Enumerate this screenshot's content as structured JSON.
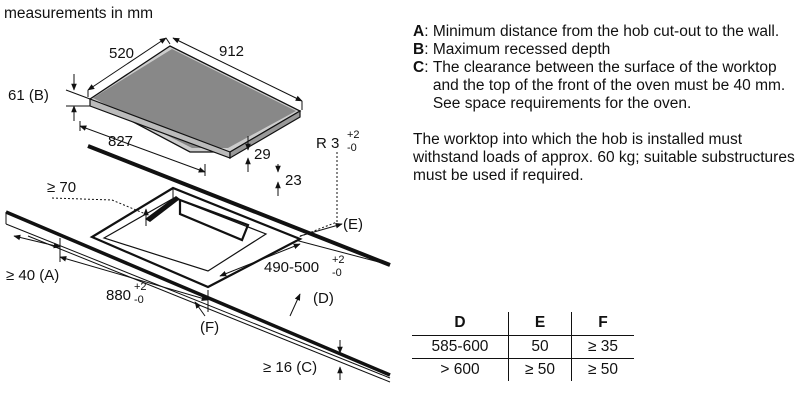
{
  "caption": "measurements in mm",
  "legend": [
    {
      "key": "A",
      "sep": ":",
      "text": "Minimum distance from the hob cut-out to the wall."
    },
    {
      "key": "B",
      "sep": ":",
      "text": "Maximum recessed depth"
    },
    {
      "key": "C",
      "sep": ":",
      "text": "The clearance between the surface of the worktop and the top of the front of the oven must be 40 mm. See space requirements for the oven."
    }
  ],
  "note": "The worktop into which the hob is installed must withstand loads of approx. 60 kg; suitable substructures must be used if required.",
  "labels": {
    "w520": "520",
    "w912": "912",
    "b61": "61 (B)",
    "w827": "827",
    "d29": "29",
    "d23": "23",
    "r3": "R 3",
    "r3_sup_plus": "+2",
    "r3_sup_minus": "-0",
    "ge70": "≥ 70",
    "e": "(E)",
    "ge40": "≥ 40 (A)",
    "d490": "490-500",
    "d490_sup_plus": "+2",
    "d490_sup_minus": "-0",
    "d880": "880",
    "d880_sup_plus": "+2",
    "d880_sup_minus": "-0",
    "d": "(D)",
    "f": "(F)",
    "ge16": "≥ 16 (C)"
  },
  "table": {
    "headers": [
      "D",
      "E",
      "F"
    ],
    "rows": [
      [
        "585-600",
        "50",
        "≥ 35"
      ],
      [
        "> 600",
        "≥ 50",
        "≥ 50"
      ]
    ]
  }
}
